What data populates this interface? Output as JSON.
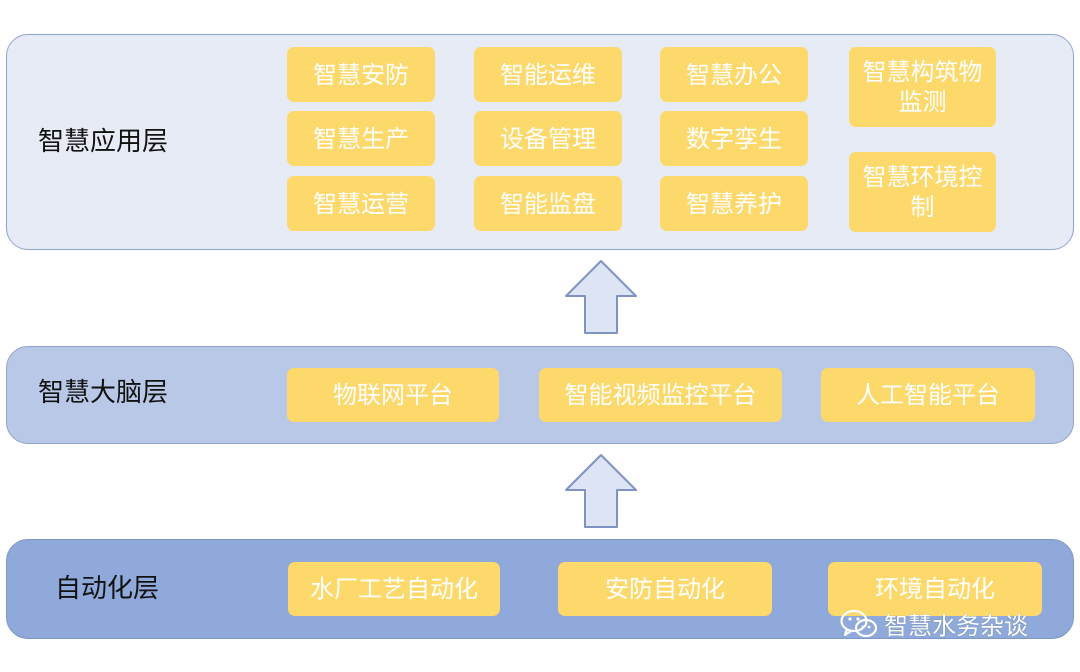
{
  "layers": {
    "application": {
      "label": "智慧应用层",
      "items": [
        "智慧安防",
        "智能运维",
        "智慧办公",
        "智慧构筑物监测",
        "智慧生产",
        "设备管理",
        "数字孪生",
        "智慧运营",
        "智能监盘",
        "智慧养护",
        "智慧环境控制"
      ]
    },
    "brain": {
      "label": "智慧大脑层",
      "items": [
        "物联网平台",
        "智能视频监控平台",
        "人工智能平台"
      ]
    },
    "automation": {
      "label": "自动化层",
      "items": [
        "水厂工艺自动化",
        "安防自动化",
        "环境自动化"
      ]
    }
  },
  "watermark": {
    "text": "智慧水务杂谈",
    "icon": "wechat-icon"
  },
  "colors": {
    "box_fill": "#fdd86a",
    "box_text": "#ffffff",
    "application_layer_fill": "#e6ebf6",
    "brain_layer_fill": "#b9c8e6",
    "automation_layer_fill": "#8ea9da",
    "arrow_fill": "#dde4f3",
    "arrow_stroke": "#7f93c2"
  }
}
